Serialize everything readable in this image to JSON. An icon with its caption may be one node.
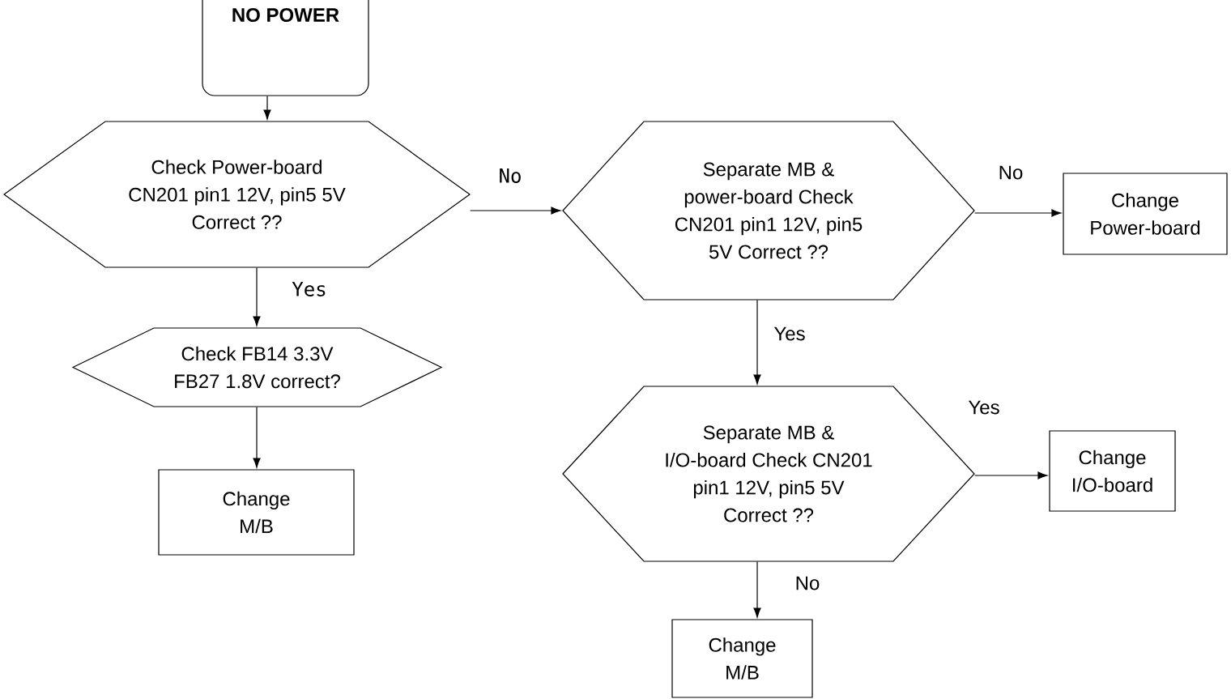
{
  "diagram": {
    "nodes": [
      {
        "text": [
          "NO POWER"
        ]
      },
      {
        "text": [
          "Check Power-board CN201 pin1 12V, pin5 5V Correct ??"
        ]
      },
      {
        "text": [
          "Check FB14 3.3V FB27 1.8V correct?"
        ]
      },
      {
        "text": [
          "Change M/B"
        ]
      },
      {
        "text": [
          "Separate MB & power-board Check CN201 pin1 12V, pin5 5V Correct ??"
        ]
      },
      {
        "text": [
          "Change Power-board"
        ]
      },
      {
        "text": [
          "Separate MB & I/O-board Check CN201 pin1 12V, pin5 5V Correct ??"
        ]
      },
      {
        "text": [
          "Change I/O-board"
        ]
      },
      {
        "text": [
          "Change M/B"
        ]
      }
    ],
    "edges": [
      {
        "from": 0,
        "to": 1,
        "arrow": "to"
      },
      {
        "from": 1,
        "to": 4,
        "arrow": "to",
        "label": "No"
      },
      {
        "from": 1,
        "to": 2,
        "arrow": "to",
        "label": "Yes"
      },
      {
        "from": 2,
        "to": 3,
        "arrow": "to"
      },
      {
        "from": 4,
        "to": 5,
        "arrow": "to",
        "label": "No"
      },
      {
        "from": 4,
        "to": 6,
        "arrow": "to",
        "label": "Yes"
      },
      {
        "from": 6,
        "to": 7,
        "arrow": "to",
        "label": "Yes"
      },
      {
        "from": 6,
        "to": 8,
        "arrow": "to",
        "label": "No"
      }
    ]
  }
}
